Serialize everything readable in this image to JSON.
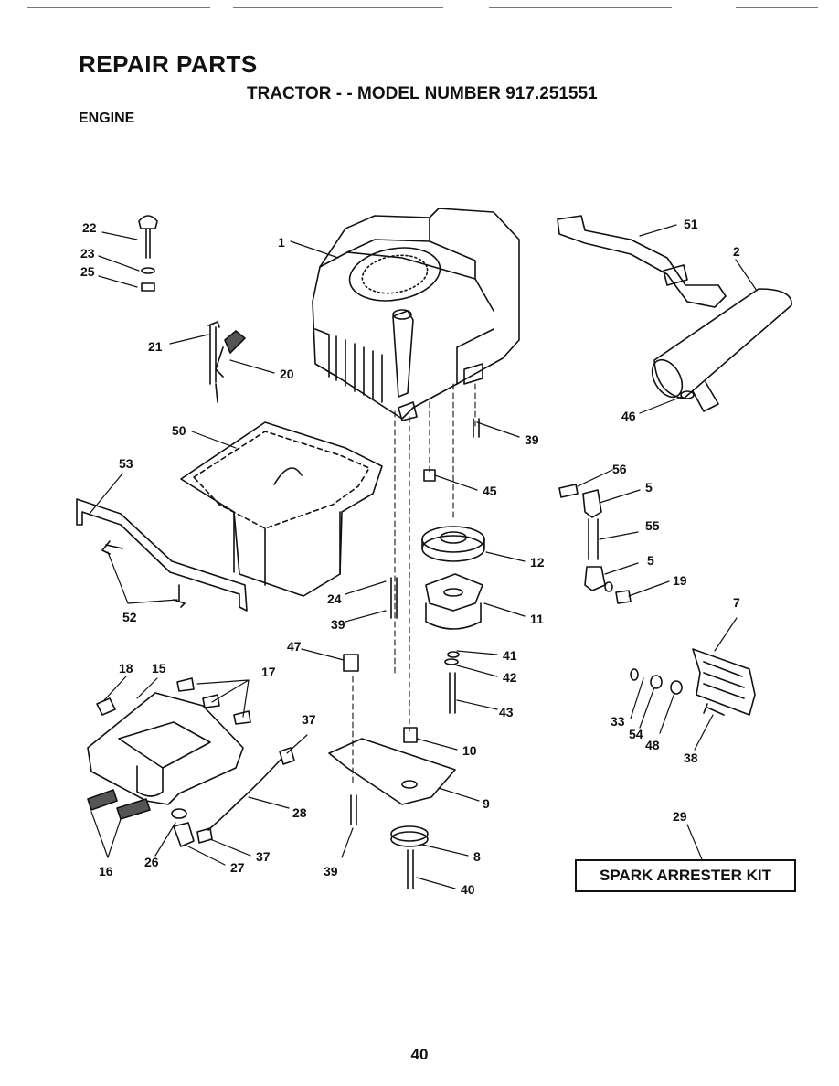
{
  "header": {
    "title": "REPAIR PARTS",
    "subtitle": "TRACTOR - - MODEL NUMBER 917.251551",
    "section": "ENGINE"
  },
  "callouts": {
    "c1": "1",
    "c2": "2",
    "c5a": "5",
    "c5b": "5",
    "c7": "7",
    "c8": "8",
    "c9": "9",
    "c10": "10",
    "c11": "11",
    "c12": "12",
    "c15": "15",
    "c16": "16",
    "c17": "17",
    "c18": "18",
    "c19": "19",
    "c20": "20",
    "c21": "21",
    "c22": "22",
    "c23": "23",
    "c24": "24",
    "c25": "25",
    "c26": "26",
    "c27": "27",
    "c28": "28",
    "c29": "29",
    "c33": "33",
    "c37a": "37",
    "c37b": "37",
    "c38": "38",
    "c39a": "39",
    "c39b": "39",
    "c39c": "39",
    "c40": "40",
    "c41": "41",
    "c42": "42",
    "c43": "43",
    "c45": "45",
    "c46": "46",
    "c47": "47",
    "c48": "48",
    "c50": "50",
    "c51": "51",
    "c52": "52",
    "c53": "53",
    "c54": "54",
    "c55": "55",
    "c56": "56"
  },
  "kit_label": "SPARK ARRESTER KIT",
  "page_number": "40"
}
